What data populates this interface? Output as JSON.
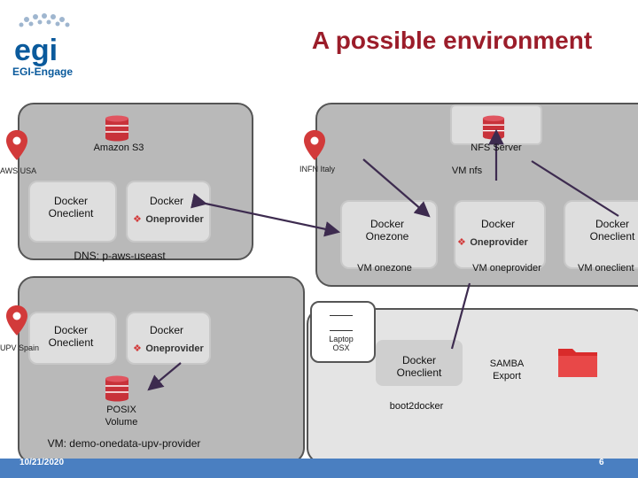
{
  "title": "A possible environment",
  "logo": {
    "brand": "egi",
    "subtitle": "EGI-Engage"
  },
  "aws": {
    "region": "AWS USA",
    "storage": "Amazon S3",
    "client_label": "Docker\nOneclient",
    "provider_label": "Docker",
    "dns": "DNS: p-aws-useast"
  },
  "infn": {
    "region": "INFN Italy",
    "nfs": "NFS Server",
    "vm_nfs": "VM nfs",
    "onezone": "Docker\nOnezone",
    "provider": "Docker",
    "client": "Docker\nOneclient",
    "vm_onezone": "VM onezone",
    "vm_oneprovider": "VM oneprovider",
    "vm_oneclient": "VM oneclient"
  },
  "upv": {
    "region": "UPV Spain",
    "client": "Docker\nOneclient",
    "provider": "Docker",
    "posix": "POSIX\nVolume",
    "vm": "VM: demo-onedata-upv-provider"
  },
  "laptop": {
    "label": "Laptop\nOSX",
    "client": "Docker\nOneclient",
    "samba": "SAMBA\nExport",
    "boot2docker": "boot2docker"
  },
  "oneprovider_logo": "Oneprovider",
  "footer": {
    "date": "10/21/2020",
    "page": "6"
  },
  "colors": {
    "title": "#9b1d2a",
    "pin": "#d23a3a",
    "db": "#c8323a",
    "folder": "#d92b2b",
    "arrow": "#3d2b4f",
    "bar": "#4a7fc1"
  }
}
